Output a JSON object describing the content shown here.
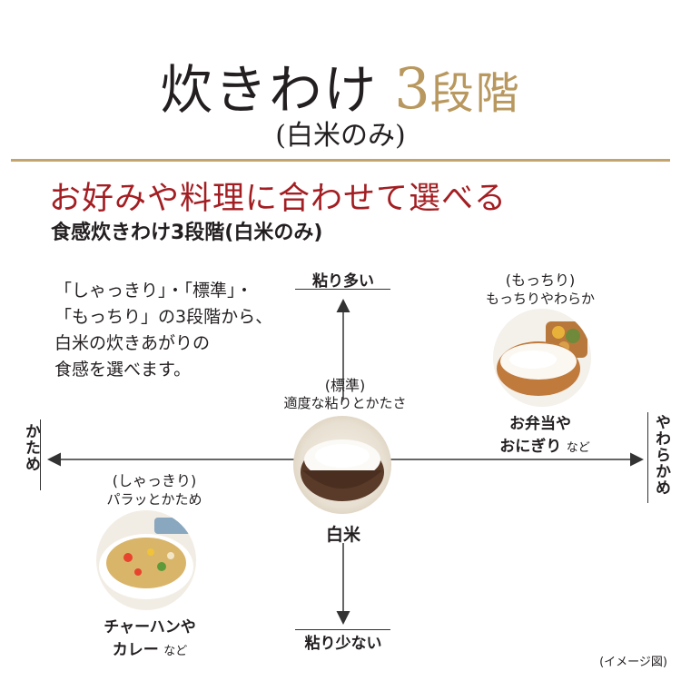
{
  "title": {
    "main": "炊きわけ",
    "number": "3",
    "tail": "段階"
  },
  "subtitle": "(白米のみ)",
  "headline": "お好みや料理に合わせて選べる",
  "subhead": "食感炊きわけ3段階(白米のみ)",
  "description": [
    "「しゃっきり」・「標準」・",
    "「もっちり」の3段階から、",
    "白米の炊きあがりの",
    "食感を選べます。"
  ],
  "axis": {
    "top": "粘り多い",
    "bottom": "粘り少ない",
    "left": "かため",
    "right": "やわらかめ"
  },
  "center": {
    "mode": "(標準)",
    "caption": "適度な粘りとかたさ",
    "name": "白米"
  },
  "mochiri": {
    "mode": "(もっちり)",
    "caption": "もっちりやわらか",
    "line1": "お弁当や",
    "line2": "おにぎり",
    "small": "など"
  },
  "shakkiri": {
    "mode": "(しゃっきり)",
    "caption": "パラッとかため",
    "line1": "チャーハンや",
    "line2": "カレー",
    "small": "など"
  },
  "image_note": "(イメージ図)",
  "colors": {
    "gold": "#b8985e",
    "red": "#a31e22",
    "text": "#231f20"
  }
}
